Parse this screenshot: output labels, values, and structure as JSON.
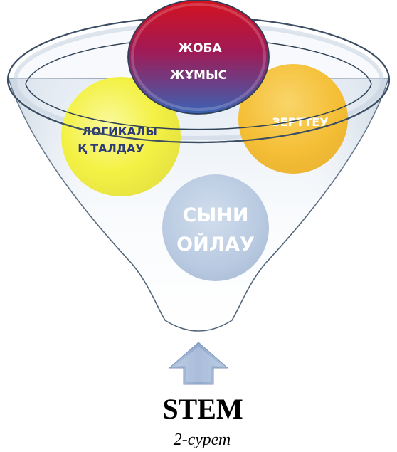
{
  "diagram": {
    "circles": {
      "project": {
        "line1": "ЖОБА",
        "line2": "ЖҰМЫС"
      },
      "logic": {
        "line1": "ЛОГИКАЛЫ",
        "line2": "Қ ТАЛДАУ"
      },
      "research": {
        "line1": "ЗЕРТТЕУ"
      },
      "critical": {
        "line1": "СЫНИ",
        "line2": "ОЙЛАУ"
      }
    },
    "base_label": "STEM",
    "caption": "2-сурет"
  },
  "colors": {
    "funnel_stroke": "#3c4f63",
    "funnel_fill": "#eef3f8",
    "project_top": "#c8102e",
    "project_bottom": "#3f5fae",
    "logic": "#f2ef3a",
    "research": "#f5bf35",
    "critical": "#b8c9e0",
    "arrow": "#9fb4d3"
  }
}
